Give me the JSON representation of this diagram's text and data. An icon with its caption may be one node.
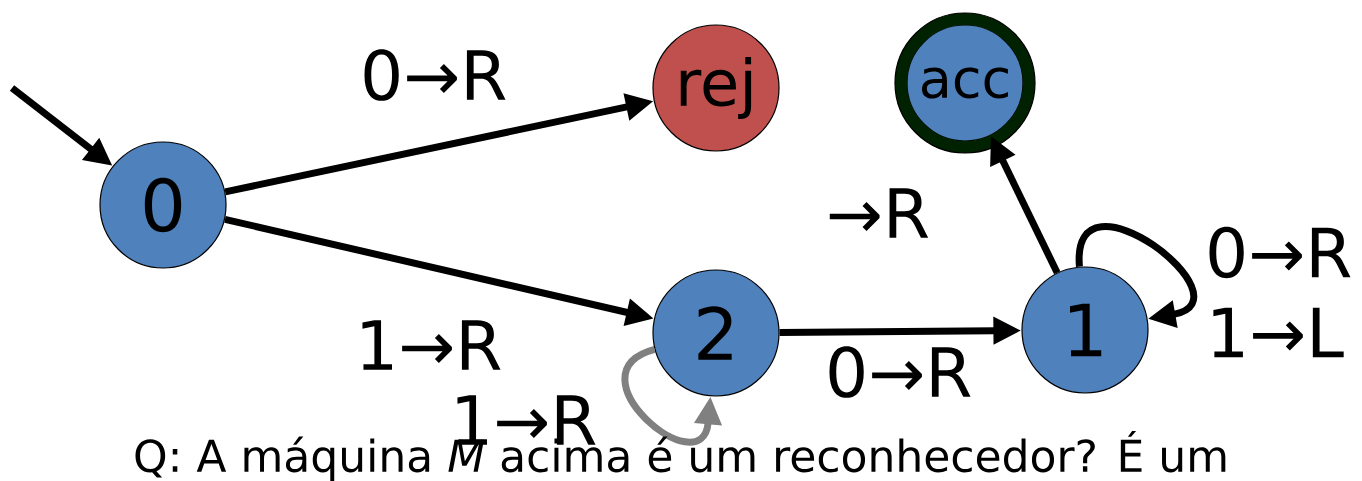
{
  "diagram": {
    "nodes": [
      {
        "text": [
          "0"
        ]
      },
      {
        "text": [
          "rej"
        ]
      },
      {
        "text": [
          "acc"
        ]
      },
      {
        "text": [
          "2"
        ]
      },
      {
        "text": [
          "1"
        ]
      }
    ],
    "edges": [
      {
        "from": null,
        "to": 0,
        "arrow": "to"
      },
      {
        "from": 0,
        "to": 1,
        "arrow": "to",
        "label": "0→R"
      },
      {
        "from": 0,
        "to": 3,
        "arrow": "to",
        "label": "1→R"
      },
      {
        "from": 3,
        "to": 3,
        "arrow": "to",
        "label": "1→R",
        "color": "#808080"
      },
      {
        "from": 3,
        "to": 4,
        "arrow": "to",
        "label": "0→R"
      },
      {
        "from": 4,
        "to": 2,
        "arrow": "to",
        "label": "→R"
      },
      {
        "from": 4,
        "to": 4,
        "arrow": "to",
        "label": "0→R 1→L"
      }
    ],
    "labels": [
      "Q: A máquina *M* acima é um reconhecedor? É um"
    ]
  }
}
